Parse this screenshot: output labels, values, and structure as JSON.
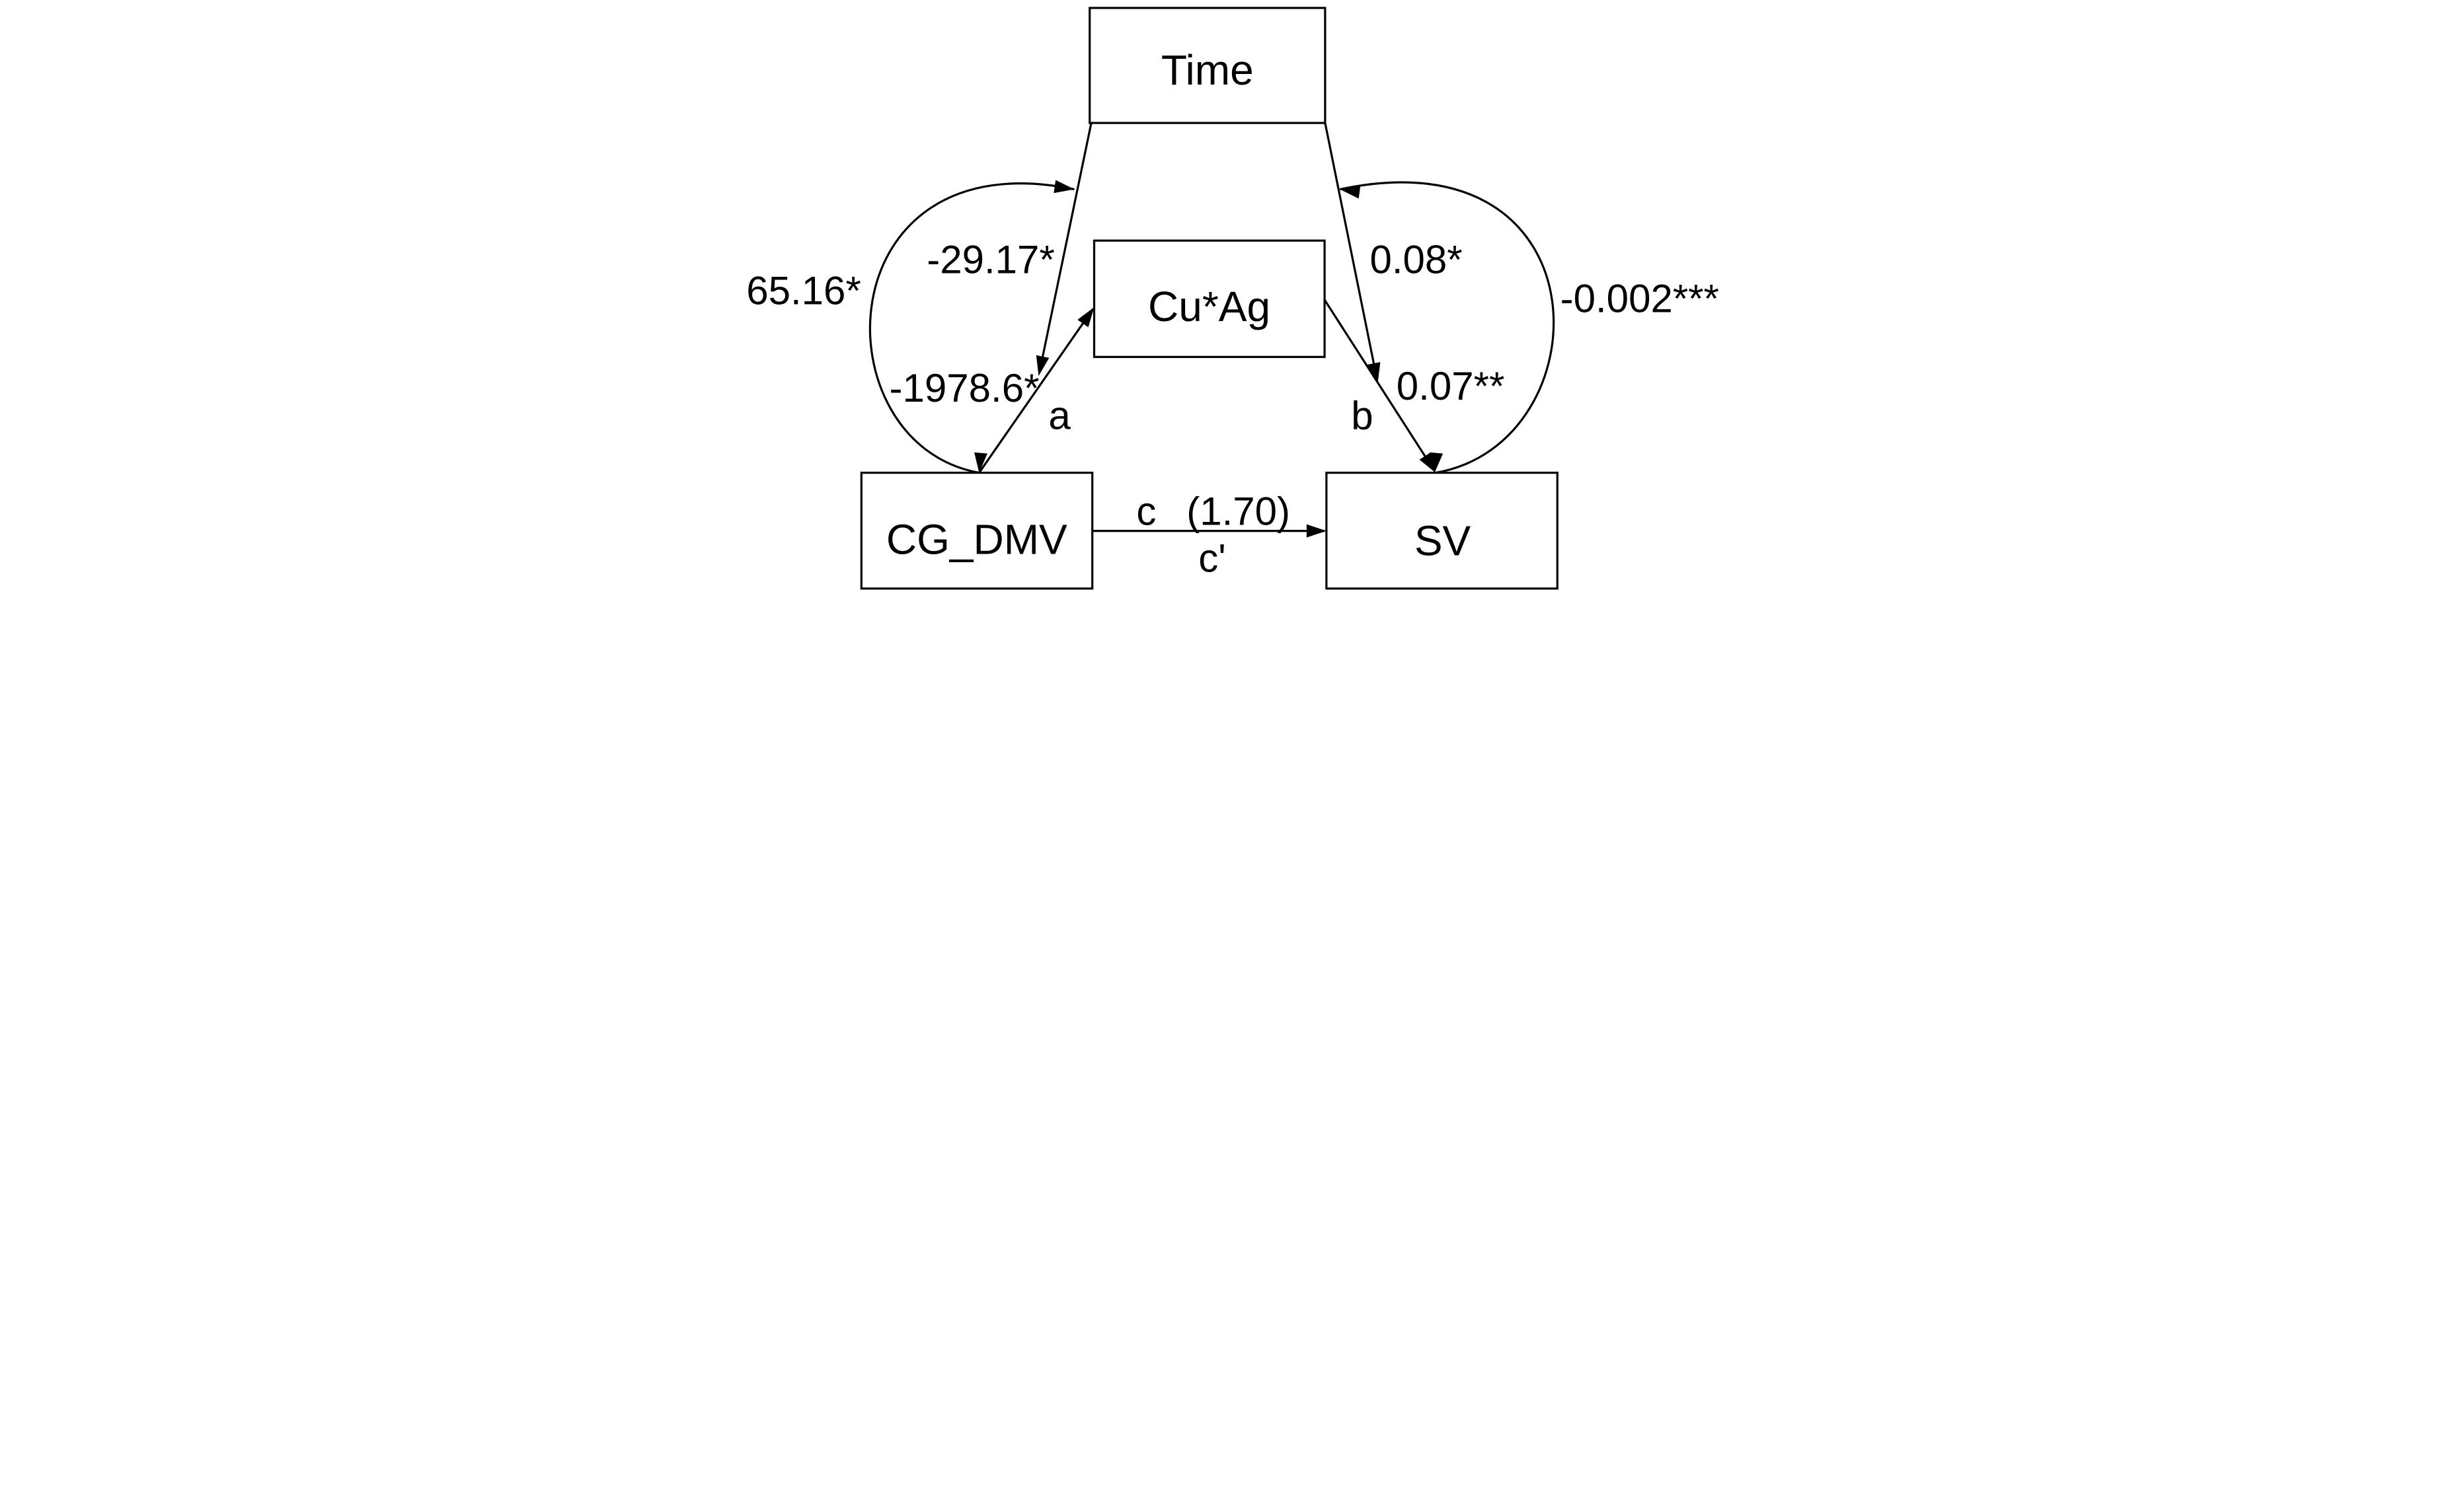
{
  "diagram": {
    "type": "path-model-mediation-diagram",
    "colors": {
      "line": "#000000",
      "background": "#ffffff",
      "text": "#000000"
    },
    "nodes": [
      {
        "id": "time",
        "label": "Time"
      },
      {
        "id": "mediator",
        "label": "Cu*Ag"
      },
      {
        "id": "predictor",
        "label": "CG_DMV"
      },
      {
        "id": "outcome",
        "label": "SV"
      }
    ],
    "edges": [
      {
        "id": "a-path",
        "from": "CG_DMV",
        "to": "Cu*Ag",
        "label": "a",
        "value": "-1978.6*",
        "style": "straight-arrow"
      },
      {
        "id": "b-path",
        "from": "Cu*Ag",
        "to": "SV",
        "label": "b",
        "value": "0.07**",
        "style": "straight-arrow"
      },
      {
        "id": "c-path",
        "from": "CG_DMV",
        "to": "SV",
        "label": "c",
        "value": "(1.70)",
        "label_prime": "c'",
        "style": "straight-arrow"
      },
      {
        "id": "time-on-a-path",
        "from": "Time",
        "to": "a-path",
        "value": "-29.17*",
        "style": "straight-arrow-to-path"
      },
      {
        "id": "time-on-b-path",
        "from": "Time",
        "to": "b-path",
        "value": "0.08*",
        "style": "straight-arrow-to-path"
      },
      {
        "id": "time-cgdmv-arc",
        "from": "Time",
        "to": "CG_DMV",
        "value": "65.16*",
        "style": "curved-arc"
      },
      {
        "id": "time-sv-arc",
        "from": "Time",
        "to": "SV",
        "value": "-0.002***",
        "style": "curved-arc"
      }
    ]
  }
}
